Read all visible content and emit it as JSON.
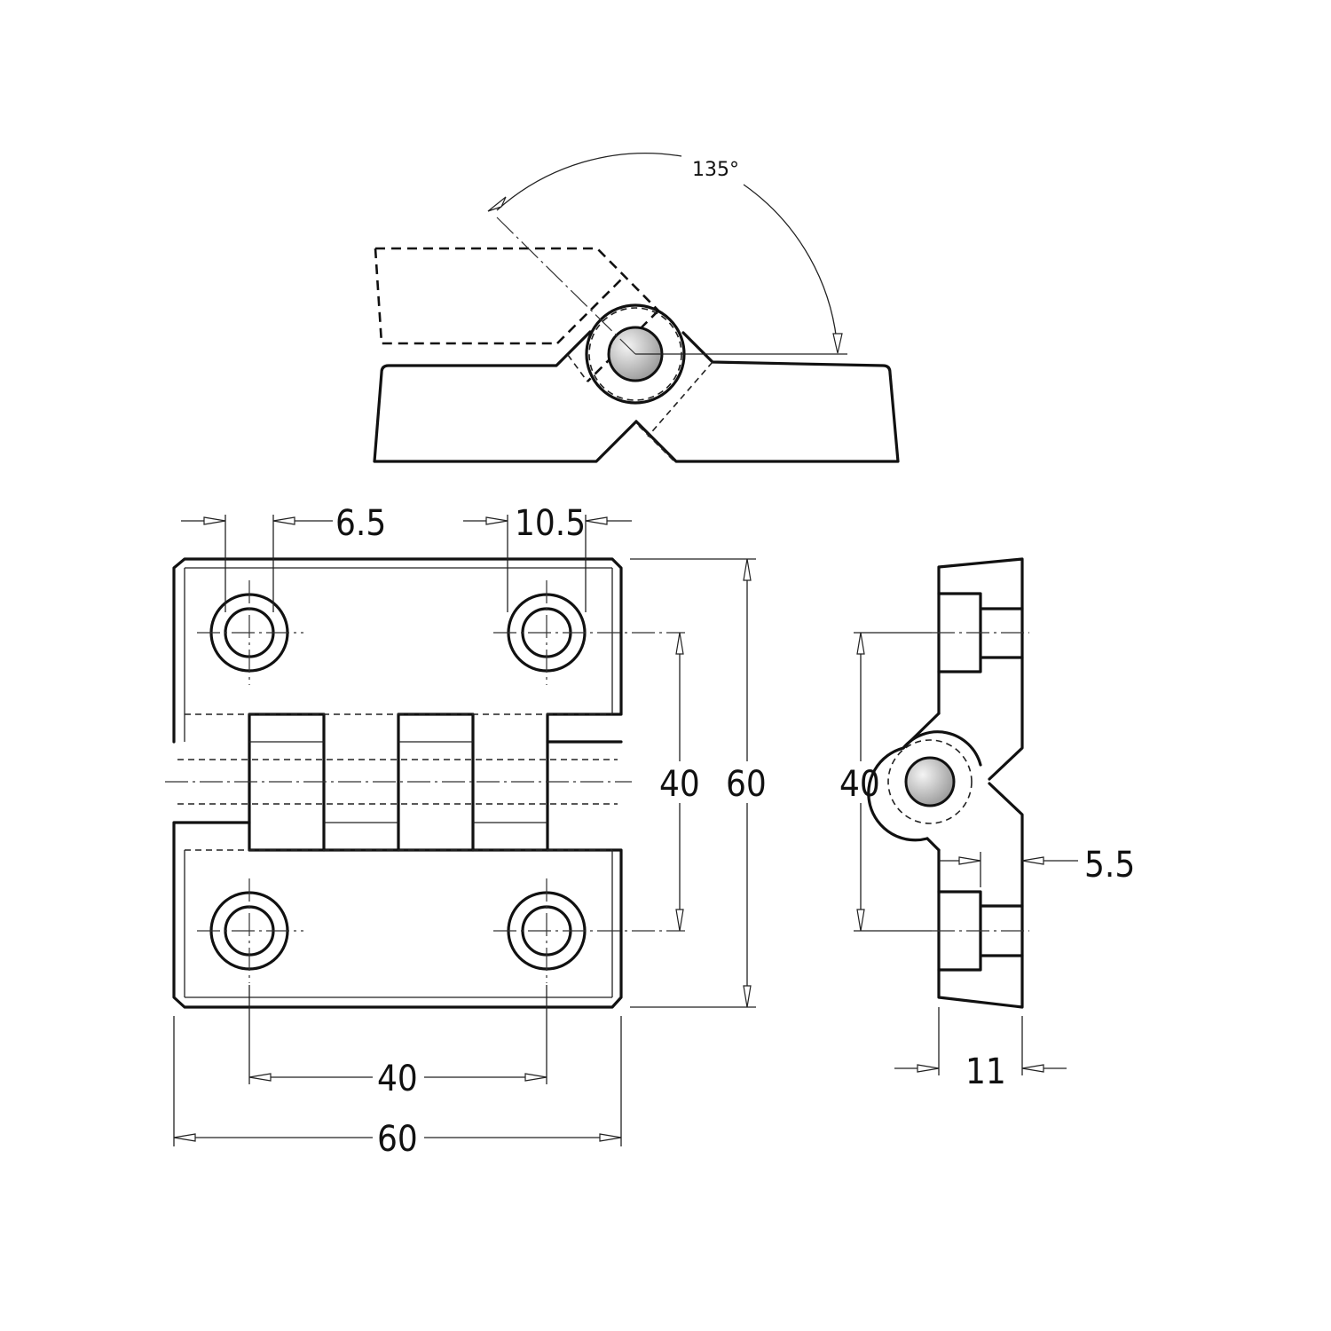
{
  "dimensions": {
    "angle": "135°",
    "hole_offset": "6.5",
    "edge_offset": "10.5",
    "hole_spacing_vertical": "40",
    "overall_height": "60",
    "hole_spacing_horizontal": "40",
    "overall_width": "60",
    "side_hole_spacing": "40",
    "side_step": "5.5",
    "side_thickness": "11"
  },
  "colors": {
    "line": "#111111",
    "pin_light": "#f4f4f4",
    "pin_dark": "#9a9a9a"
  }
}
